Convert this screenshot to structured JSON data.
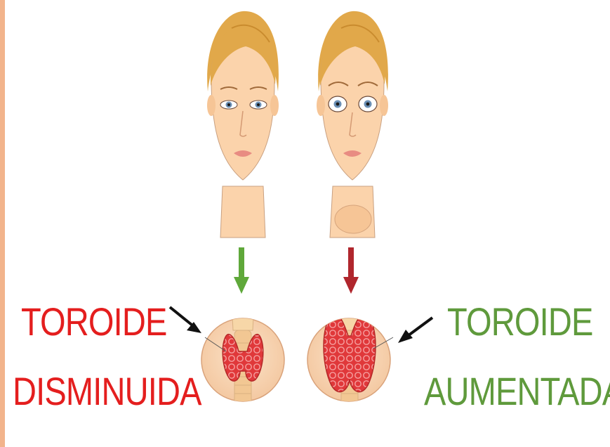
{
  "labels": {
    "decreased": {
      "line1": "TOROIDE",
      "line2": "DISMINUIDA",
      "color": "#e41e1e"
    },
    "enlarged": {
      "line1": "TOROIDE",
      "line2": "AUMENTADA",
      "color": "#5f9a3c"
    }
  },
  "colors": {
    "side_bar": "#f2b48c",
    "skin": "#fbd3ab",
    "hair": "#e1a84a",
    "thyroid": "#e23b3b",
    "arrow_down_left": "#5fa83a",
    "arrow_down_right": "#b0262d",
    "pointer_arrow": "#111111"
  },
  "icons": {
    "face_left": "woman-face-icon",
    "face_right": "woman-face-goiter-icon",
    "thyroid_left": "small-thyroid-icon",
    "thyroid_right": "enlarged-thyroid-icon"
  }
}
